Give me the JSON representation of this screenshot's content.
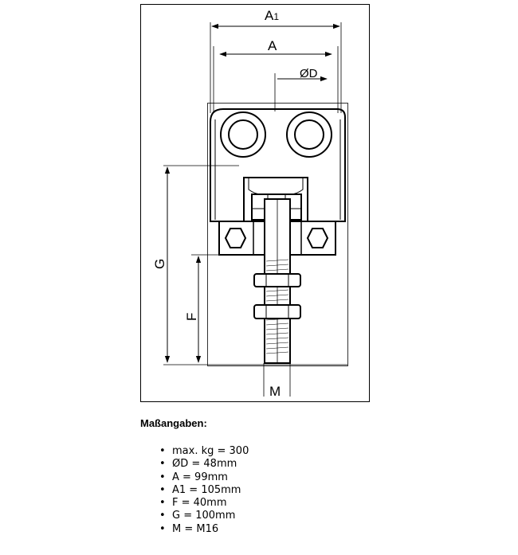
{
  "drawing": {
    "labels": {
      "a1": "A1",
      "a": "A",
      "d": "ØD",
      "g": "G",
      "f": "F",
      "m": "M"
    }
  },
  "specs": {
    "title": "Maßangaben:",
    "items": [
      "max. kg = 300",
      "ØD = 48mm",
      "A = 99mm",
      "A1 = 105mm",
      "F = 40mm",
      "G = 100mm",
      "M = M16"
    ]
  }
}
